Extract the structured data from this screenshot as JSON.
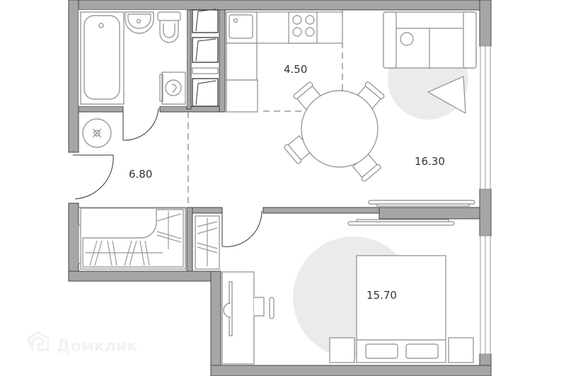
{
  "floorplan": {
    "rooms": [
      {
        "id": "kitchen",
        "area": "4.50"
      },
      {
        "id": "living-room",
        "area": "16.30"
      },
      {
        "id": "hallway",
        "area": "6.80"
      },
      {
        "id": "bedroom",
        "area": "15.70"
      }
    ],
    "watermark": {
      "text": "Домклик",
      "icon": "house-logo-icon"
    },
    "colors": {
      "wall": "#a6a6a6",
      "wall_stroke": "#444444",
      "furniture": "#8c8c8c",
      "zone": "#ebebeb"
    }
  }
}
